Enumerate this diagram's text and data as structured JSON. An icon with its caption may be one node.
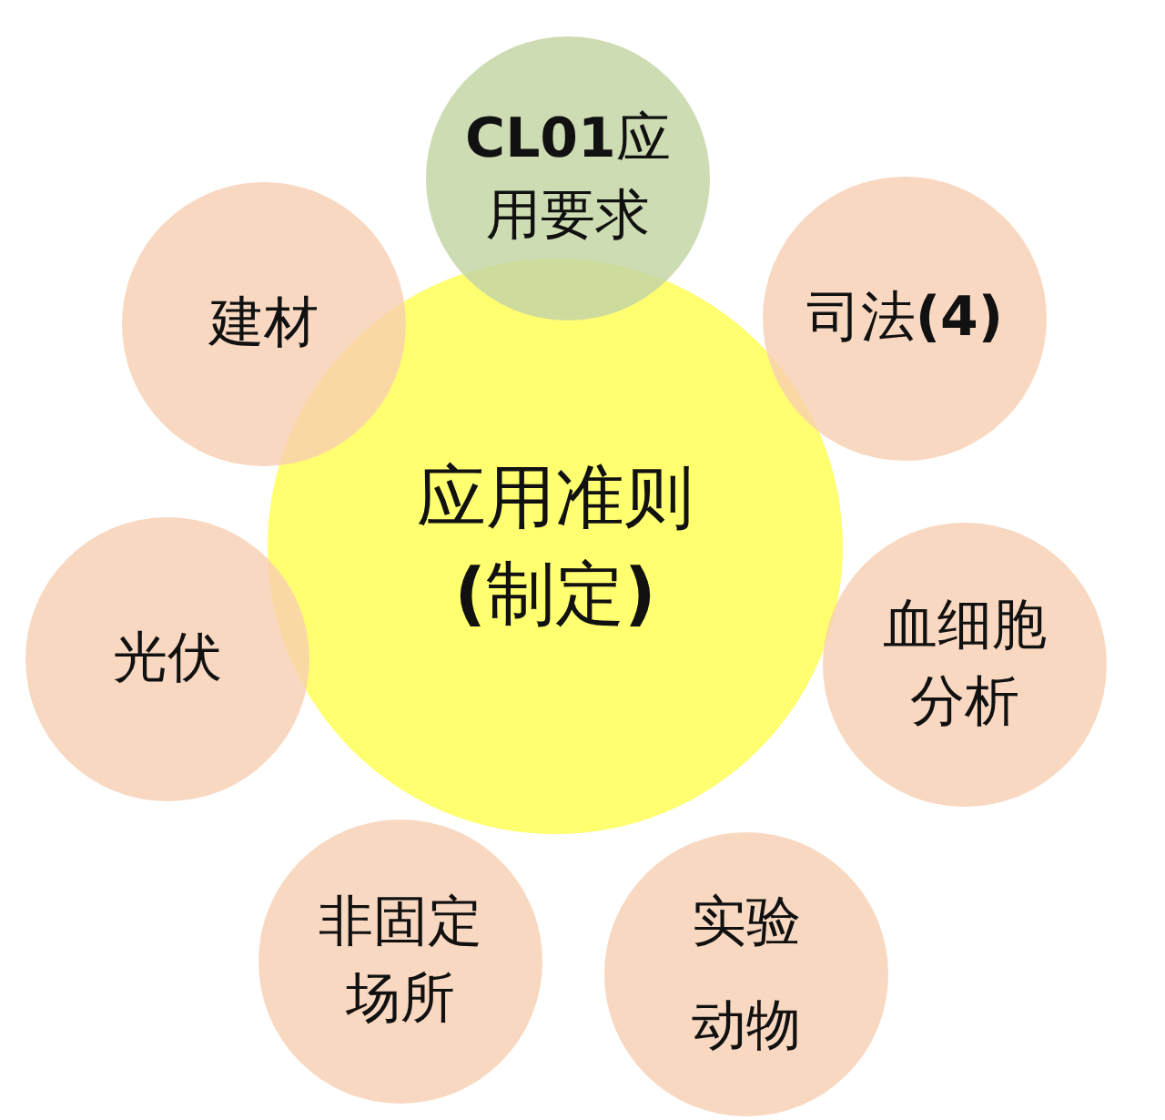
{
  "diagram": {
    "nodes": [
      {
        "text": [
          "应用准则**(**制定**)**"
        ]
      },
      {
        "text": [
          "**CL01**应用要求"
        ]
      },
      {
        "text": [
          "司法**(4)**"
        ]
      },
      {
        "text": [
          "血细胞分析"
        ]
      },
      {
        "text": [
          "实验动物"
        ]
      },
      {
        "text": [
          "非固定场所"
        ]
      },
      {
        "text": [
          "光伏"
        ]
      },
      {
        "text": [
          "建材"
        ]
      }
    ]
  }
}
